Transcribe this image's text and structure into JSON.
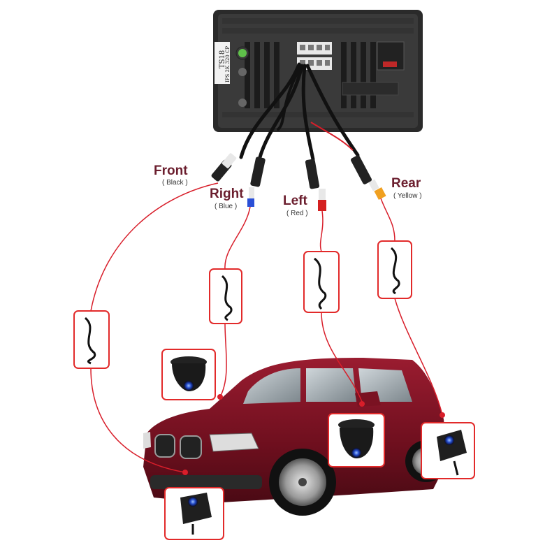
{
  "head_unit": {
    "model": "TS18",
    "spec": "IPS 2K 320 CP"
  },
  "connectors": {
    "front": {
      "name": "Front",
      "color_label": "( Black )",
      "plug_color": "#111111"
    },
    "right": {
      "name": "Right",
      "color_label": "( Blue )",
      "plug_color": "#2a4fd6"
    },
    "left": {
      "name": "Left",
      "color_label": "( Red )",
      "plug_color": "#d42020"
    },
    "rear": {
      "name": "Rear",
      "color_label": "( Yellow )",
      "plug_color": "#f0a020"
    }
  },
  "colors": {
    "leader_line": "#d81e2a",
    "label_text": "#6b1e2e",
    "car_body": "#7a1222",
    "frame": "#e22a2a"
  },
  "cameras": [
    "front-camera",
    "right-camera",
    "left-camera",
    "rear-camera"
  ]
}
